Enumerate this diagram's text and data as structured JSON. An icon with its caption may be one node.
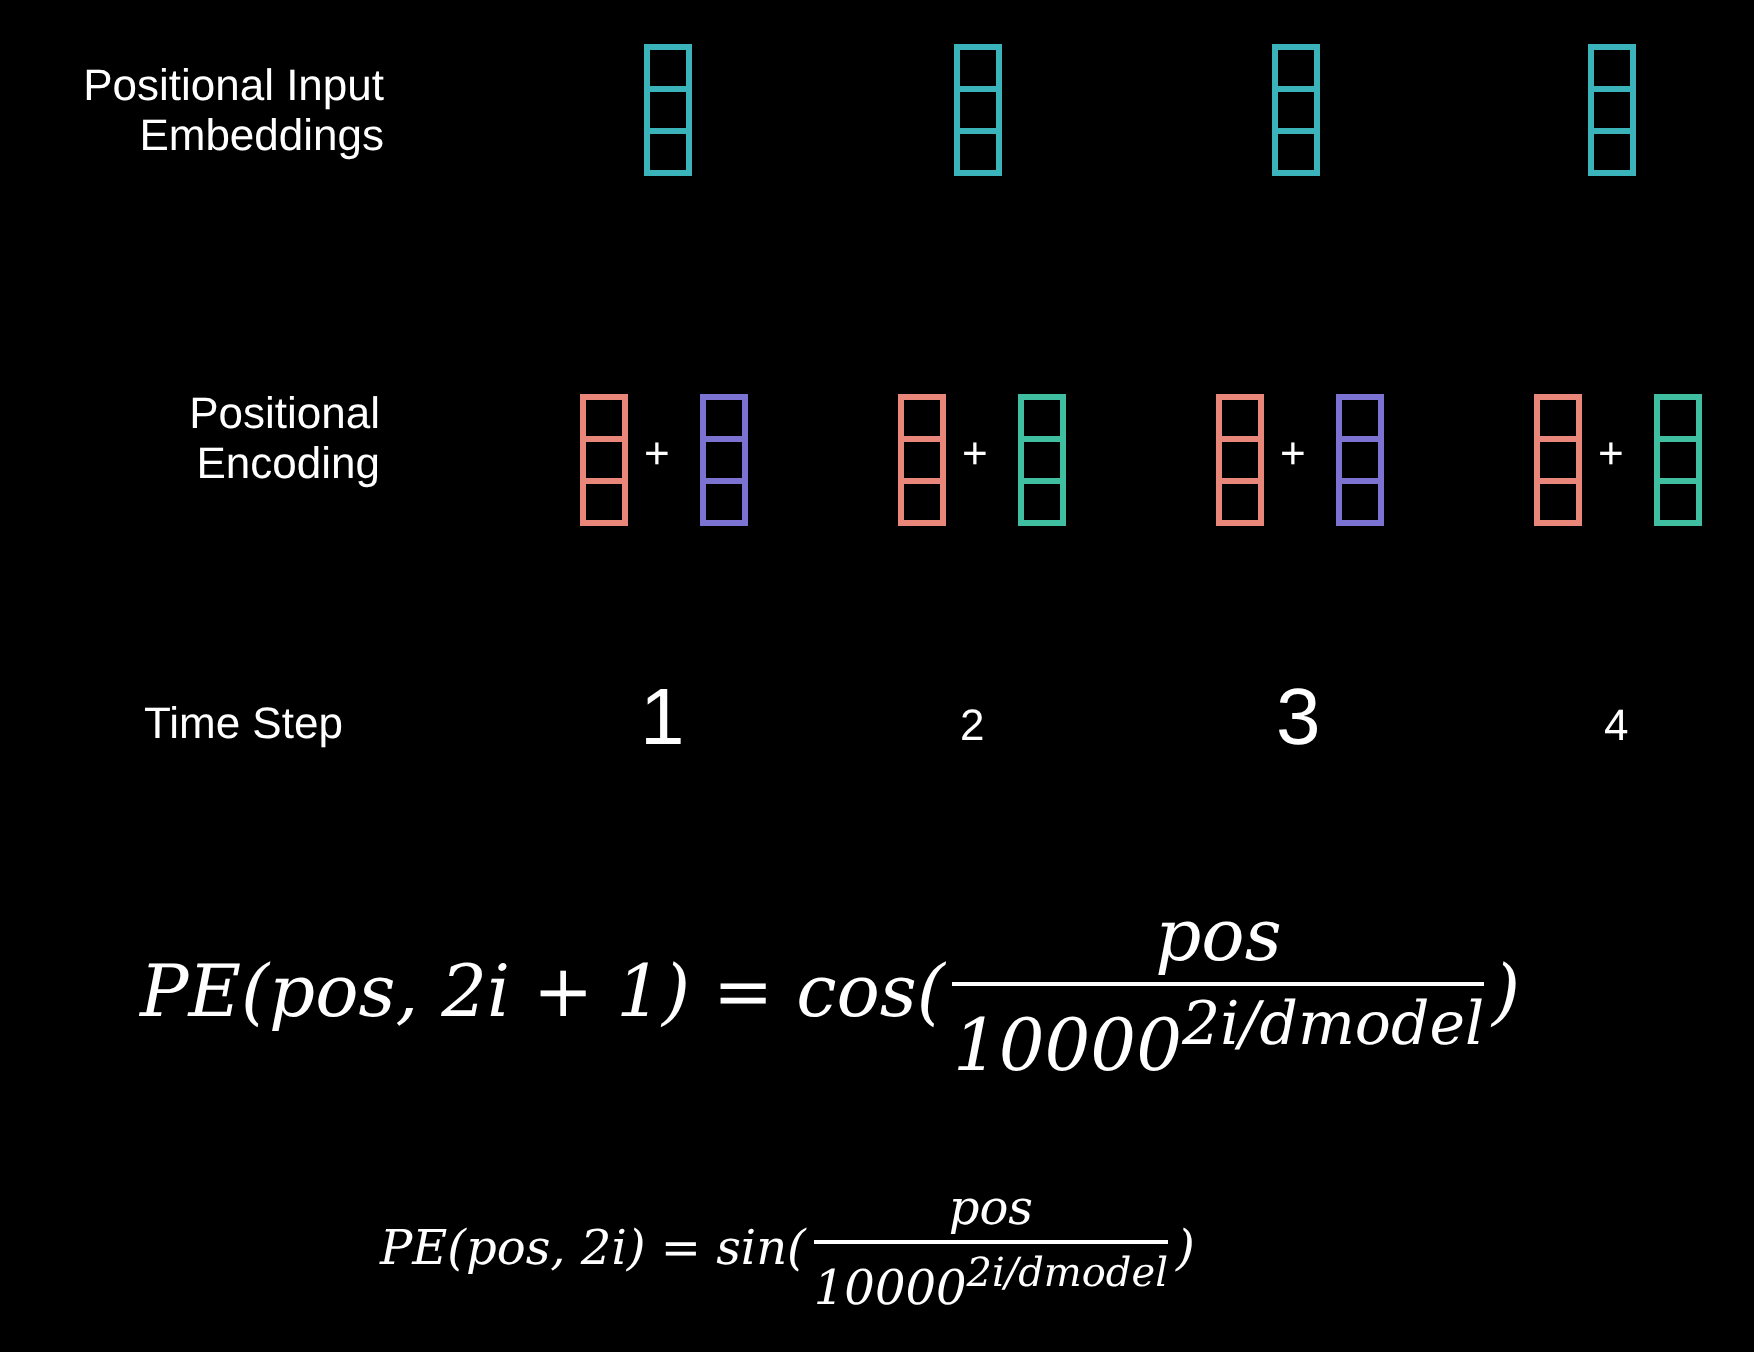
{
  "diagram": {
    "labels": [
      "Positional Input Embeddings",
      "Positional Encoding",
      "+",
      "+",
      "+",
      "+",
      "Time Step",
      "1",
      "2",
      "3",
      "4",
      "PE(pos, 2i + 1) = cos(",
      "pos",
      "10000$^{2i/dmodel}$",
      ")",
      "PE(pos, 2i) = sin(",
      "pos",
      "10000$^{2i/dmodel}$",
      ")"
    ]
  }
}
